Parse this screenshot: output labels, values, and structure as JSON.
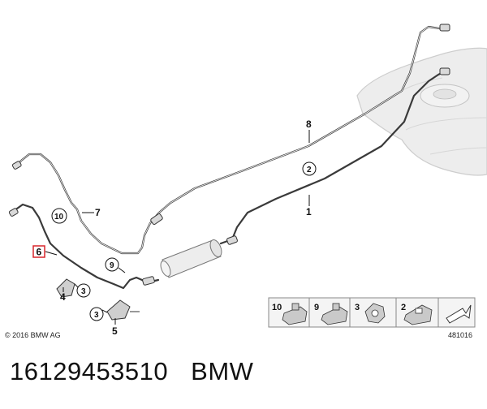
{
  "callouts": {
    "c1": "1",
    "c2": "2",
    "c3a": "3",
    "c3b": "3",
    "c4": "4",
    "c5": "5",
    "c6": "6",
    "c7": "7",
    "c8": "8",
    "c9": "9",
    "c10": "10"
  },
  "legend": {
    "items": [
      "10",
      "9",
      "3",
      "2"
    ]
  },
  "copyright": "© 2016 BMW AG",
  "figure_number": "481016",
  "caption": {
    "part_number": "16129453510",
    "brand": "BMW"
  },
  "colors": {
    "line": "#3a3a3a",
    "tank": "#e6e6e6",
    "highlight": "#d9262c"
  }
}
